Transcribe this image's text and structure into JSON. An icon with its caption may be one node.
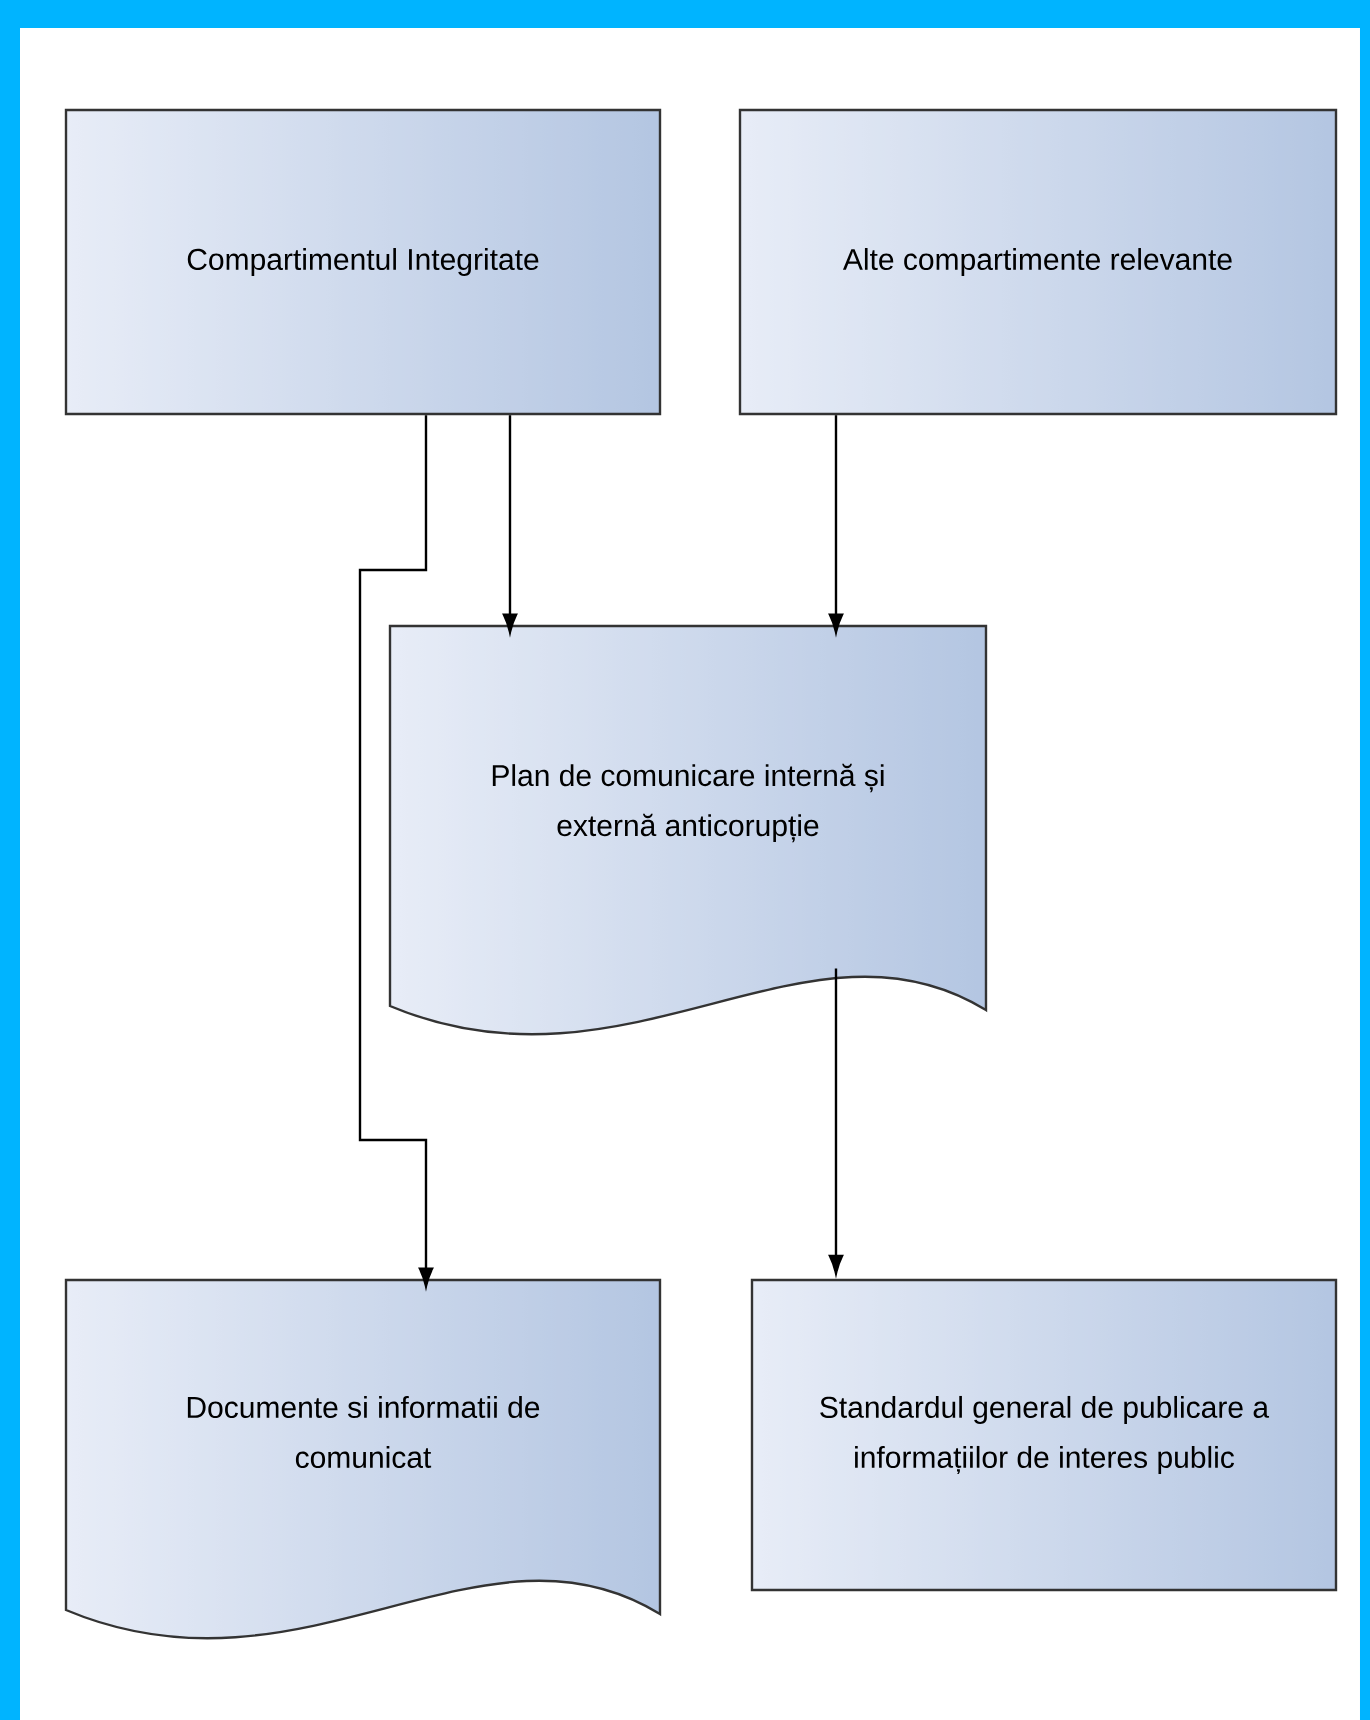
{
  "diagram": {
    "nodes": [
      {
        "text": [
          "Compartimentul Integritate"
        ]
      },
      {
        "text": [
          "Alte compartimente relevante"
        ]
      },
      {
        "text": [
          "Plan de comunicare internă și externă anticorupție"
        ]
      },
      {
        "text": [
          "Documente si informatii de comunicat"
        ]
      },
      {
        "text": [
          "Standardul general de publicare a informațiilor de interes public"
        ]
      }
    ],
    "edges": [
      {
        "from": 0,
        "to": 2,
        "arrow": "to"
      },
      {
        "from": 1,
        "to": 2,
        "arrow": "to"
      },
      {
        "from": 0,
        "to": 3,
        "arrow": "to"
      },
      {
        "from": 2,
        "to": 4,
        "arrow": "to"
      }
    ]
  }
}
